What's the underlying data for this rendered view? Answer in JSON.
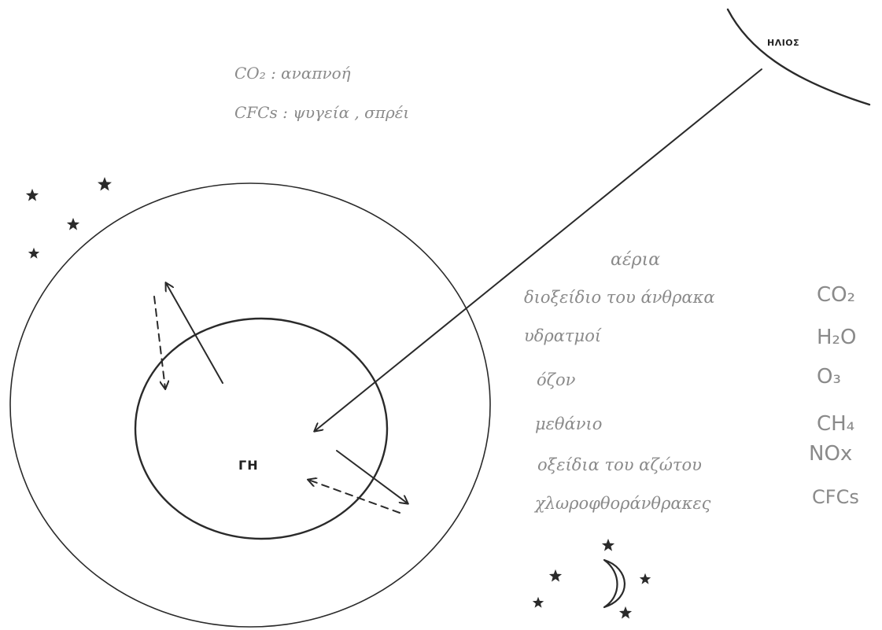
{
  "sun": {
    "label": "ΗΛΙΟΣ"
  },
  "earth": {
    "label": "ΓΗ"
  },
  "notes": {
    "co2_line": "CO₂ : αναπνοή",
    "cfc_line": "CFCs : ψυγεία , σπρέι"
  },
  "gases": {
    "title": "αέρια",
    "items": [
      {
        "name": "διοξείδιο του άνθρακα",
        "formula": "CO₂"
      },
      {
        "name": "υδρατμοί",
        "formula": "H₂O"
      },
      {
        "name": "όζον",
        "formula": "O₃"
      },
      {
        "name": "μεθάνιο",
        "formula": "CH₄"
      },
      {
        "name": "οξείδια του αζώτου",
        "formula": "NOx"
      },
      {
        "name": "χλωροφθοράνθρακες",
        "formula": "CFCs"
      }
    ]
  },
  "icons": {
    "stars": "star-icon",
    "moon": "crescent-moon-icon",
    "sun": "sun-arc-icon"
  },
  "colors": {
    "ink": "#2a2a2a",
    "pencil_text": "#8a8a8a",
    "paper": "#ffffff"
  }
}
